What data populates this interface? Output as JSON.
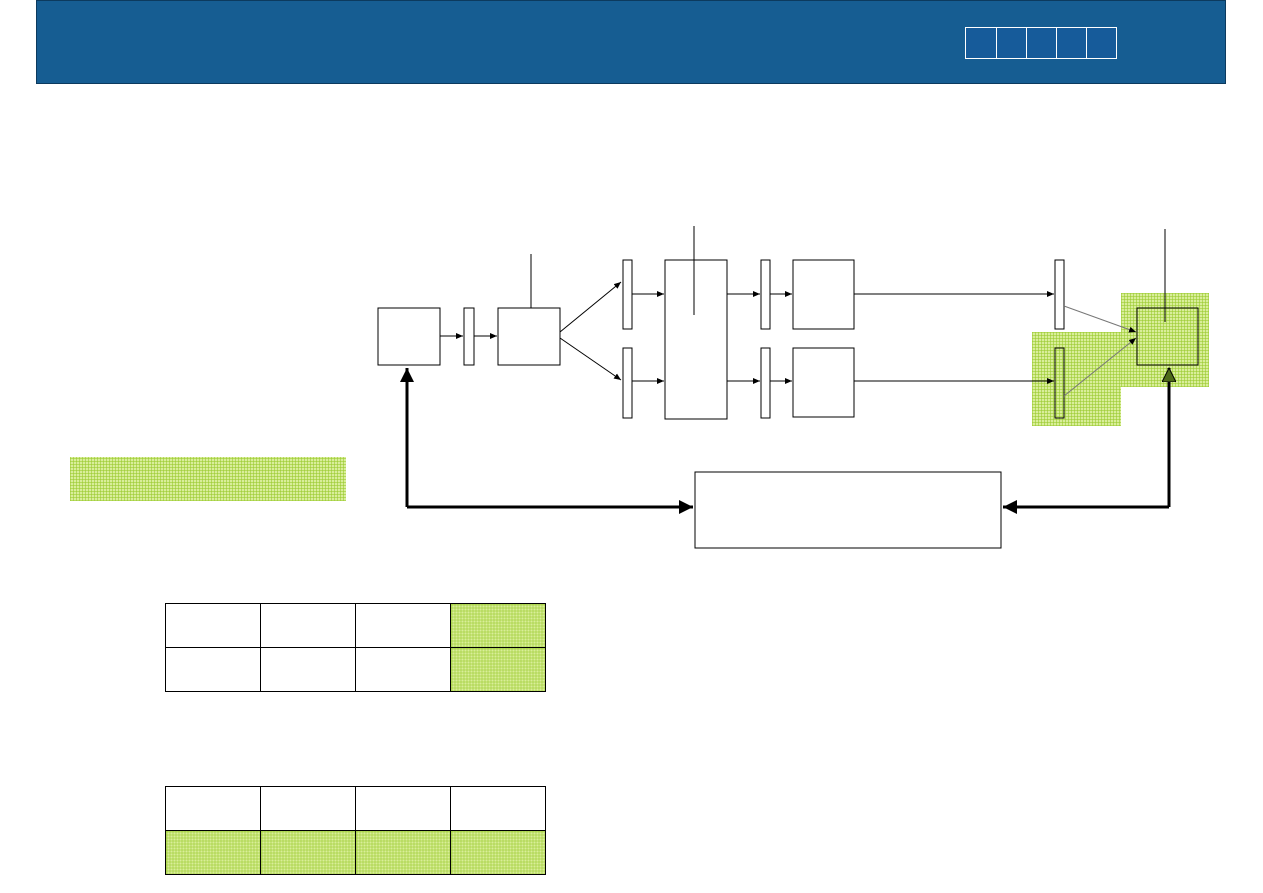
{
  "header": {
    "nav_boxes": [
      "",
      "",
      "",
      "",
      ""
    ],
    "colors": {
      "bar": "#165d92",
      "nav_box": "#165b9a",
      "highlight": "#d9ee9a"
    }
  },
  "diagram": {
    "icons": [
      "arrow",
      "double-arrow",
      "bracket-line"
    ]
  },
  "table_top": {
    "rows": [
      [
        "",
        "",
        "",
        ""
      ],
      [
        "",
        "",
        "",
        ""
      ]
    ],
    "highlighted_column": 4
  },
  "table_bottom": {
    "rows": [
      [
        "",
        "",
        "",
        ""
      ],
      [
        "",
        "",
        "",
        ""
      ]
    ],
    "highlighted_row": 2
  }
}
